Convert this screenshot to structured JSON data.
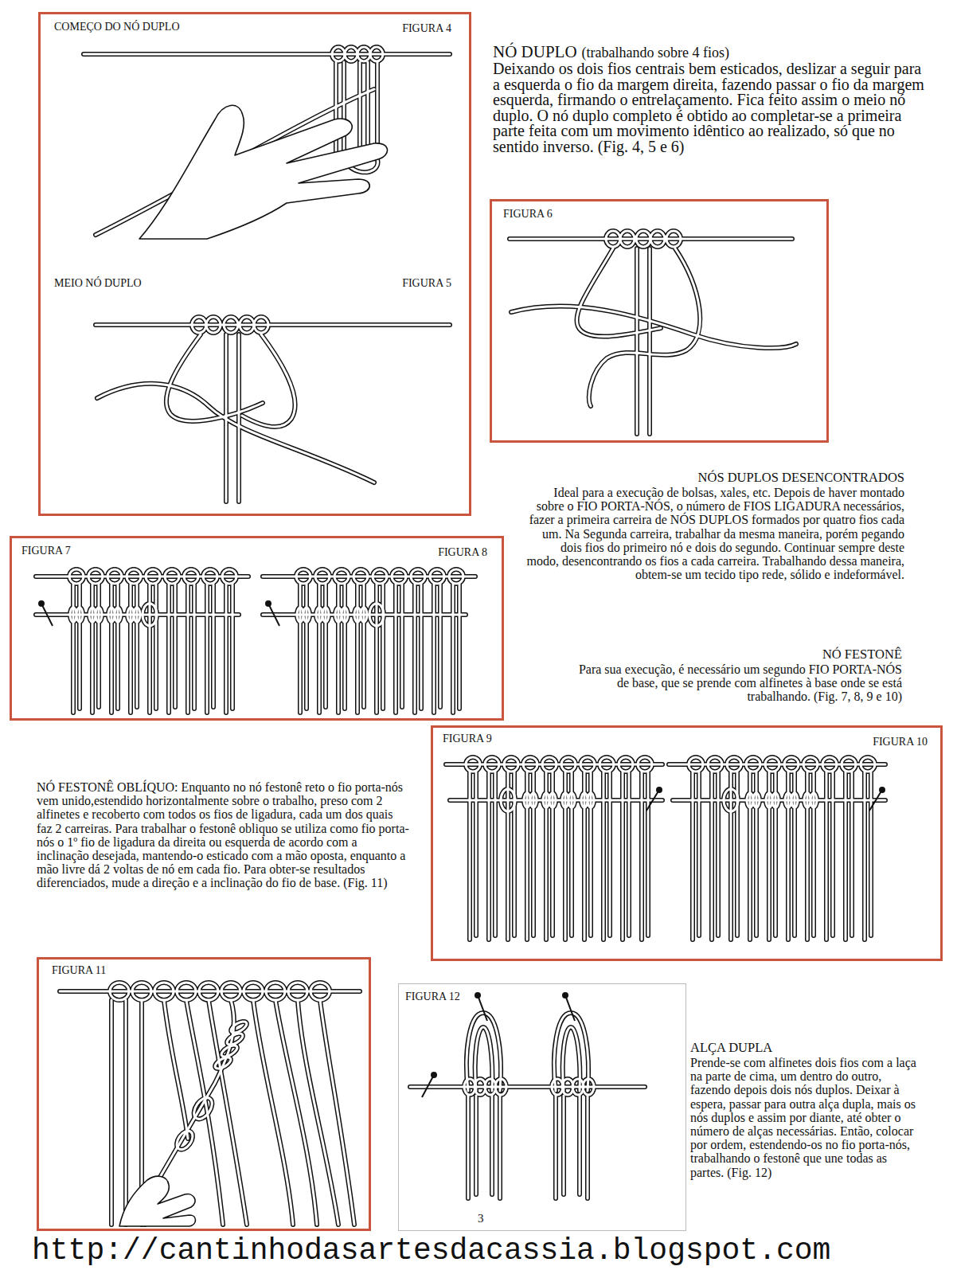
{
  "diagram": {
    "nodes": [
      {
        "text": [
          "COMEÇO DO NÓ DUPLO",
          "FIGURA 4",
          "MEIO NÓ DUPLO",
          "FIGURA 5"
        ]
      },
      {
        "text": [
          "FIGURA 6"
        ]
      },
      {
        "text": [
          "FIGURA 7",
          "FIGURA 8"
        ]
      },
      {
        "text": [
          "FIGURA 9",
          "FIGURA 10"
        ]
      },
      {
        "text": [
          "FIGURA 11"
        ]
      },
      {
        "text": [
          "FIGURA 12"
        ]
      }
    ],
    "labels": [
      "NÓ DUPLO",
      "(trabalhando sobre 4 fios)",
      "Deixando os dois fios centrais bem esticados, deslizar a seguir para a esquerda o fio da margem direita, fazendo passar o fio da margem esquerda, firmando o entrelaçamento. Fica feito assim o meio nó duplo. O nó duplo completo é obtido ao completar-se a primeira parte feita com um movimento idêntico ao realizado, só que no sentido inverso. (Fig. 4, 5 e 6)",
      "NÓS DUPLOS DESENCONTRADOS",
      "Ideal para a execução de bolsas, xales, etc. Depois de haver montado sobre o FIO PORTA-NÓS, o número de FIOS LIGADURA necessários, fazer a primeira carreira de NÓS DUPLOS formados por quatro fios cada um. Na Segunda carreira, trabalhar da mesma maneira, porém pegando dois fios do primeiro nó e dois do segundo. Continuar sempre deste modo, desencontrando os fios a cada carreira. Trabalhando dessa maneira, obtem-se um tecido tipo rede, sólido e indeformável.",
      "NÓ FESTONÊ",
      "Para sua execução, é necessário um segundo FIO PORTA-NÓS de base, que se prende com alfinetes à base onde se está trabalhando. (Fig. 7, 8, 9 e 10)",
      "NÓ FESTONÊ OBLÍQUO: Enquanto no nó festonê reto o fio porta-nós vem unido,estendido horizontalmente sobre o trabalho, preso com 2 alfinetes e recoberto com todos os fios de ligadura, cada um dos quais faz 2 carreiras. Para trabalhar o festonê obliquo se utiliza como fio porta-nós o 1º fio de ligadura da direita ou esquerda de acordo com a inclinação desejada, mantendo-o esticado com a mão oposta, enquanto a mão livre dá 2 voltas de nó em cada fio. Para obter-se resultados diferenciados, mude a direção e a inclinação do fio de base. (Fig. 11)",
      "ALÇA DUPLA",
      "Prende-se com alfinetes dois fios com a laça na parte de cima, um dentro do outro, fazendo depois dois nós duplos. Deixar à espera, passar para outra alça dupla, mais os nós duplos e assim por diante, até obter o número de alças necessárias. Então, colocar por ordem, estendendo-os no fio porta-nós, trabalhando o festonê que une todas as partes. (Fig. 12)",
      "3",
      "http://cantinhodasartesdacassia.blogspot.com"
    ]
  }
}
